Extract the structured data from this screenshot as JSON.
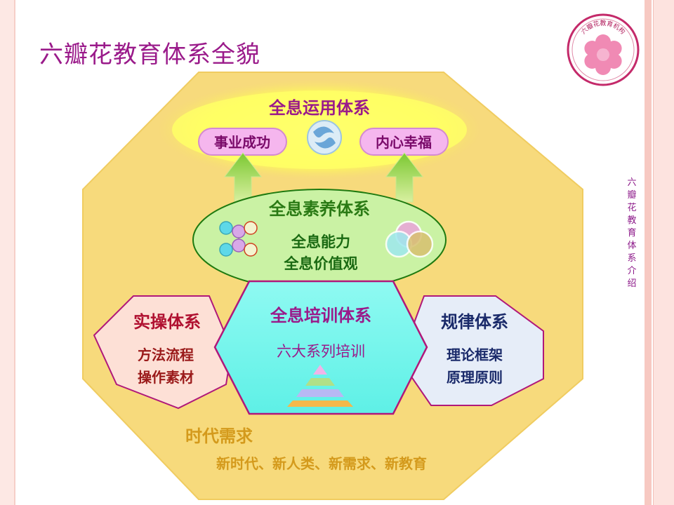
{
  "title": "六瓣花教育体系全貌",
  "side_label": "六瓣花教育体系介绍",
  "logo": {
    "ring_text": "六瓣花教育机构",
    "icon": "six-petal-flower-icon"
  },
  "diagram": {
    "application": {
      "title": "全息运用体系",
      "left": "事业成功",
      "right": "内心幸福",
      "center_icon": "swirl-icon"
    },
    "literacy": {
      "title": "全息素养体系",
      "line1": "全息能力",
      "line2": "全息价值观"
    },
    "training": {
      "title": "全息培训体系",
      "subtitle": "六大系列培训"
    },
    "practice": {
      "title": "实操体系",
      "line1": "方法流程",
      "line2": "操作素材"
    },
    "law": {
      "title": "规律体系",
      "line1": "理论框架",
      "line2": "原理原则"
    },
    "era": {
      "title": "时代需求",
      "subtitle": "新时代、新人类、新需求、新教育"
    }
  },
  "colors": {
    "title": "#9a1a8a",
    "octagon": "#f6d87a",
    "top_glow": "#ffff66",
    "green_ellipse": "#c8f0a0",
    "training_hex": "#7df7ee",
    "practice_hex": "#fde0d8",
    "law_hex": "#e6ecf8",
    "pill": "#f7b8f0",
    "era_text": "#d29a1a"
  }
}
